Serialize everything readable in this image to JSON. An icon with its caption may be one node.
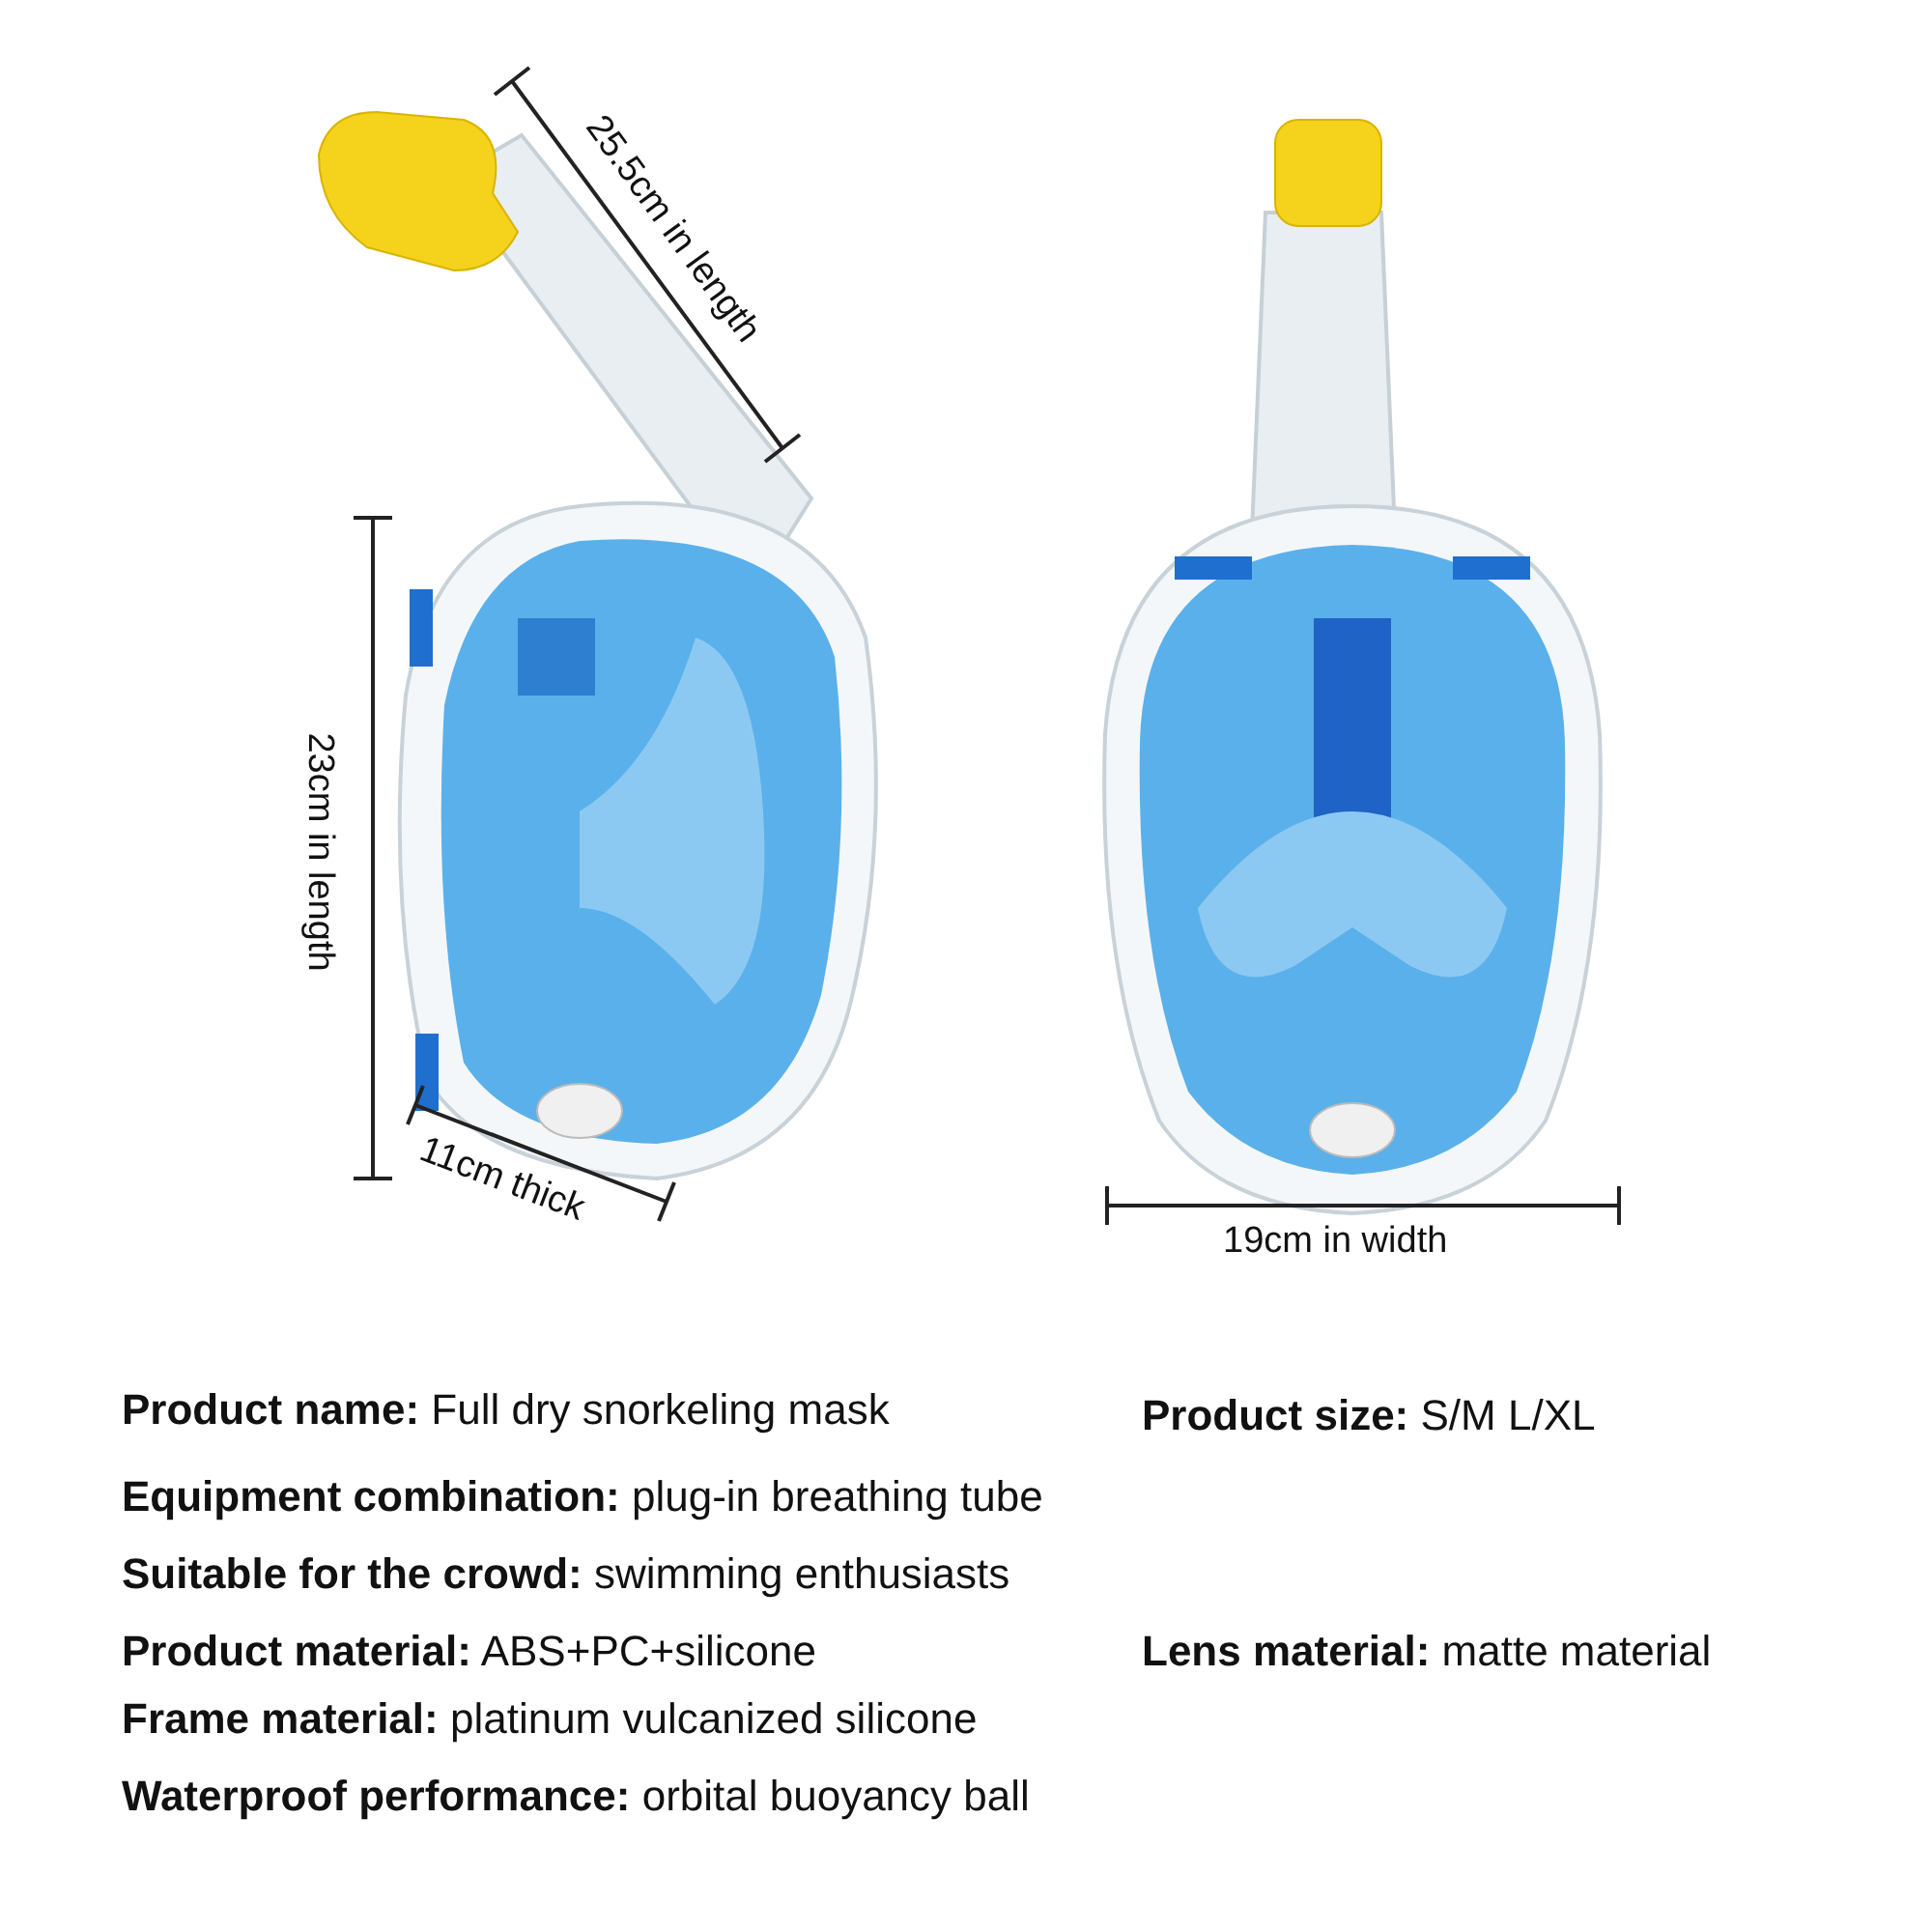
{
  "diagram": {
    "labels": [
      "25.5cm in length",
      "23cm in length",
      "11cm thick",
      "19cm in width",
      "**Product name:** Full dry snorkeling mask",
      "**Product size:** S/M L/XL",
      "**Equipment combination:** plug-in breathing tube",
      "**Suitable for the crowd:** swimming enthusiasts",
      "**Product material:** ABS+PC+silicone",
      "**Lens material:** matte material",
      "**Frame material:** platinum vulcanized silicone",
      "**Waterproof performance:** orbital buoyancy ball"
    ]
  }
}
